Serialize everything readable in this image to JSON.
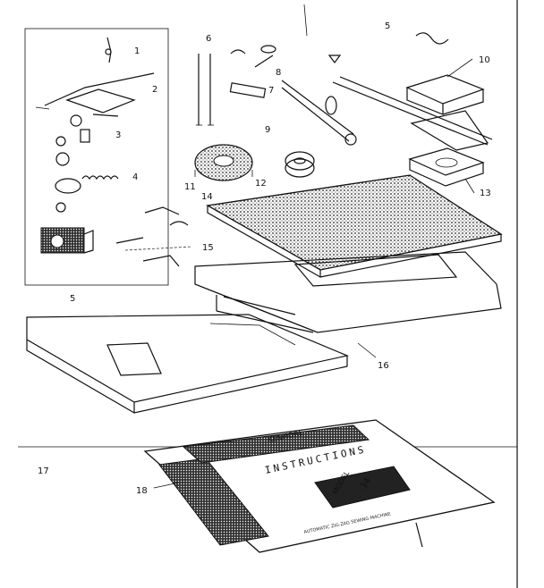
{
  "callouts": {
    "c1": "1",
    "c2": "2",
    "c3": "3",
    "c4": "4",
    "c5": "5",
    "c6": "6",
    "c7": "7",
    "c8": "8",
    "c9": "9",
    "c10": "10",
    "c11": "11",
    "c12": "12",
    "c13": "13",
    "c14": "14",
    "c15": "15",
    "c16": "16",
    "c17": "17",
    "c18": "18",
    "c5b": "5"
  },
  "booklet": {
    "title": "INSTRUCTIONS",
    "brand": "KENMORE",
    "model_word": "MODEL",
    "model_number": "34",
    "footer": "AUTOMATIC ZIG-ZAG SEWING MACHINE"
  },
  "colors": {
    "ink": "#111111",
    "paper": "#ffffff"
  }
}
